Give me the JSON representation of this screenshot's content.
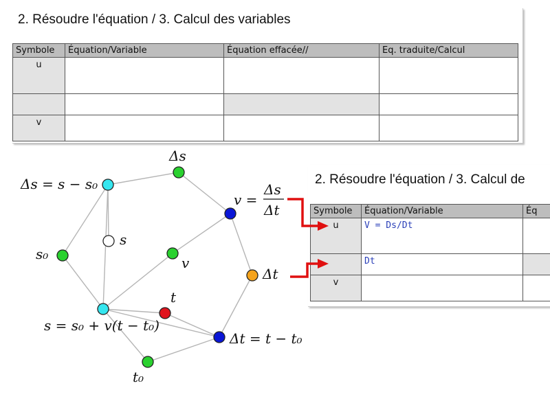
{
  "top_panel": {
    "title": "2. Résoudre l'équation / 3. Calcul des variables",
    "headers": [
      "Symbole",
      "Équation/Variable",
      "Équation effacée//",
      "Eq. traduite/Calcul"
    ],
    "rows": [
      {
        "symbol": "u",
        "cells": [
          "",
          "",
          ""
        ]
      },
      {
        "symbol": "",
        "cells": [
          "",
          "",
          ""
        ]
      },
      {
        "symbol": "v",
        "cells": [
          "",
          "",
          ""
        ]
      }
    ]
  },
  "right_panel": {
    "title": "2. Résoudre l'équation / 3. Calcul de",
    "headers": [
      "Symbole",
      "Équation/Variable",
      "Éq"
    ],
    "rows": [
      {
        "symbol": "u",
        "value": "V = Ds/Dt"
      },
      {
        "symbol": "",
        "value": "Dt"
      },
      {
        "symbol": "v",
        "value": ""
      }
    ]
  },
  "diagram": {
    "colors": {
      "cyan": "#35e6ef",
      "green": "#2ad12f",
      "white": "#ffffff",
      "blue": "#0a16d6",
      "orange": "#f5a31c",
      "red": "#e0141e",
      "edge": "#b5b5b5",
      "arrow": "#e01010"
    },
    "labels": {
      "ds_eq": "Δs = s − s₀",
      "ds": "Δs",
      "v_eq": "v =",
      "frac_num": "Δs",
      "frac_den": "Δt",
      "s": "s",
      "s0": "s₀",
      "v": "v",
      "dt": "Δt",
      "t": "t",
      "s_eq": "s = s₀ + v(t − t₀)",
      "dt_eq": "Δt = t − t₀",
      "t0": "t₀"
    }
  }
}
